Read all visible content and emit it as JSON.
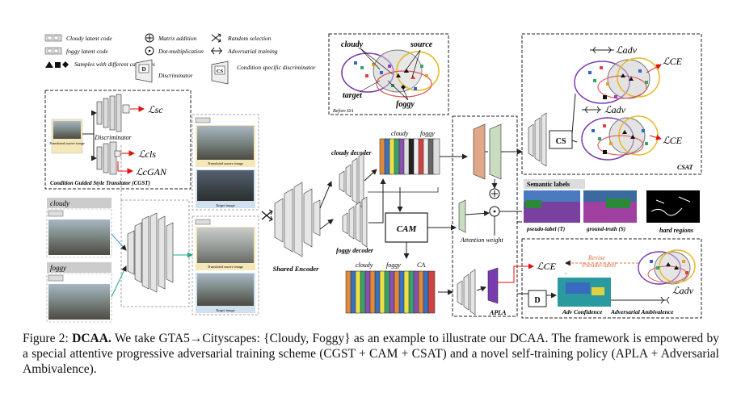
{
  "legend": {
    "cloudy_latent": "Cloudy latent code",
    "foggy_latent": "foggy latent code",
    "samples": "Samples with different categories",
    "matrix_add": "Matrix addition",
    "dot_mult": "Dot-multiplication",
    "discriminator": "Discriminator",
    "random_sel": "Random selection",
    "adv_training": "Adversarial training",
    "cs_disc": "Condition specific discriminator"
  },
  "cgst": {
    "title": "Condition Guided Style Translator (CGST)",
    "discriminator": "Discriminator",
    "translated_source": "Translated source image",
    "loss_sc": "ℒsc",
    "loss_cls": "ℒcls",
    "loss_cgan": "ℒcGAN"
  },
  "inputs": {
    "cloudy": "cloudy",
    "foggy": "foggy"
  },
  "images": {
    "translated_source_1": "Translated source image",
    "target_1": "Target image",
    "translated_source_2": "Translated source image",
    "target_2": "Target image"
  },
  "encoder": {
    "label": "Shared Encoder"
  },
  "before_da": {
    "cloudy": "cloudy",
    "source": "source",
    "target": "target",
    "foggy": "foggy",
    "caption": "Before DA"
  },
  "decoders": {
    "cloudy": "cloudy decoder",
    "foggy": "foggy decoder",
    "feat_cloudy": "cloudy",
    "feat_foggy": "foggy",
    "cam": "CAM",
    "bottom_cloudy": "cloudy",
    "bottom_foggy": "foggy",
    "bottom_ca": "CA"
  },
  "attention": {
    "label": "Attention weight",
    "apla": "APLA"
  },
  "csat": {
    "title": "CSAT",
    "cs": "CS",
    "loss_adv_1": "ℒadv",
    "loss_adv_2": "ℒadv",
    "loss_ce_1": "ℒCE",
    "loss_ce_2": "ℒCE"
  },
  "semantic": {
    "title": "Semantic labels",
    "pseudo": "pseudo-label (T)",
    "gt": "ground-truth (S)",
    "hard": "hard regions"
  },
  "selftrain": {
    "loss_ce": "ℒCE",
    "revise": "Revise",
    "pseudo_label": "Pseudo-label",
    "d": "D",
    "adv_conf": "Adv Confidence",
    "adv_amb": "Adversarial Ambivalence",
    "loss_adv": "ℒadv"
  },
  "caption": {
    "prefix": "Figure 2: ",
    "bold": "DCAA.",
    "text": " We take GTA5→Cityscapes: {Cloudy, Foggy} as an example to illustrate our DCAA. The framework is empowered by a special attentive progressive adversarial training scheme (CGST + CAM + CSAT) and a novel self-training policy (APLA + Adversarial Ambivalence)."
  }
}
